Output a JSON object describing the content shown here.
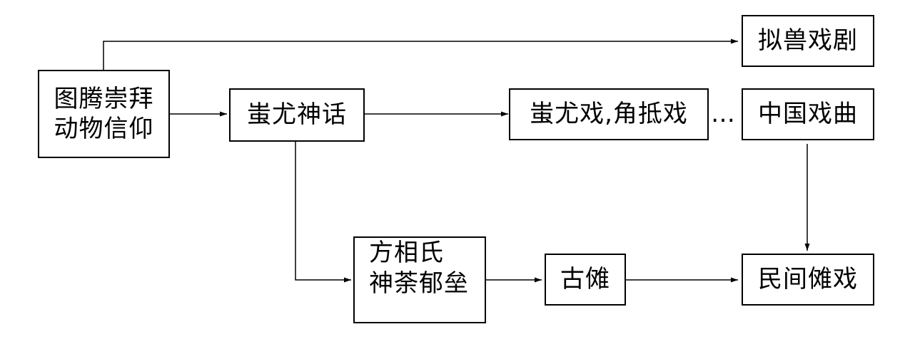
{
  "nodes": {
    "totem": {
      "line1": "图腾崇拜",
      "line2": "动物信仰"
    },
    "nishou": "拟兽戏剧",
    "chiyou_myth": "蚩尤神话",
    "chiyou_drama": "蚩尤戏,角抵戏",
    "ellipsis": "…",
    "chinese_opera": "中国戏曲",
    "fangxiang": {
      "line1": "方相氏",
      "line2": "神荼郁垒"
    },
    "gunuo": "古傩",
    "folk_nuo": "民间傩戏"
  },
  "colors": {
    "line": "#000000",
    "box_border": "#000000",
    "background": "#ffffff"
  }
}
